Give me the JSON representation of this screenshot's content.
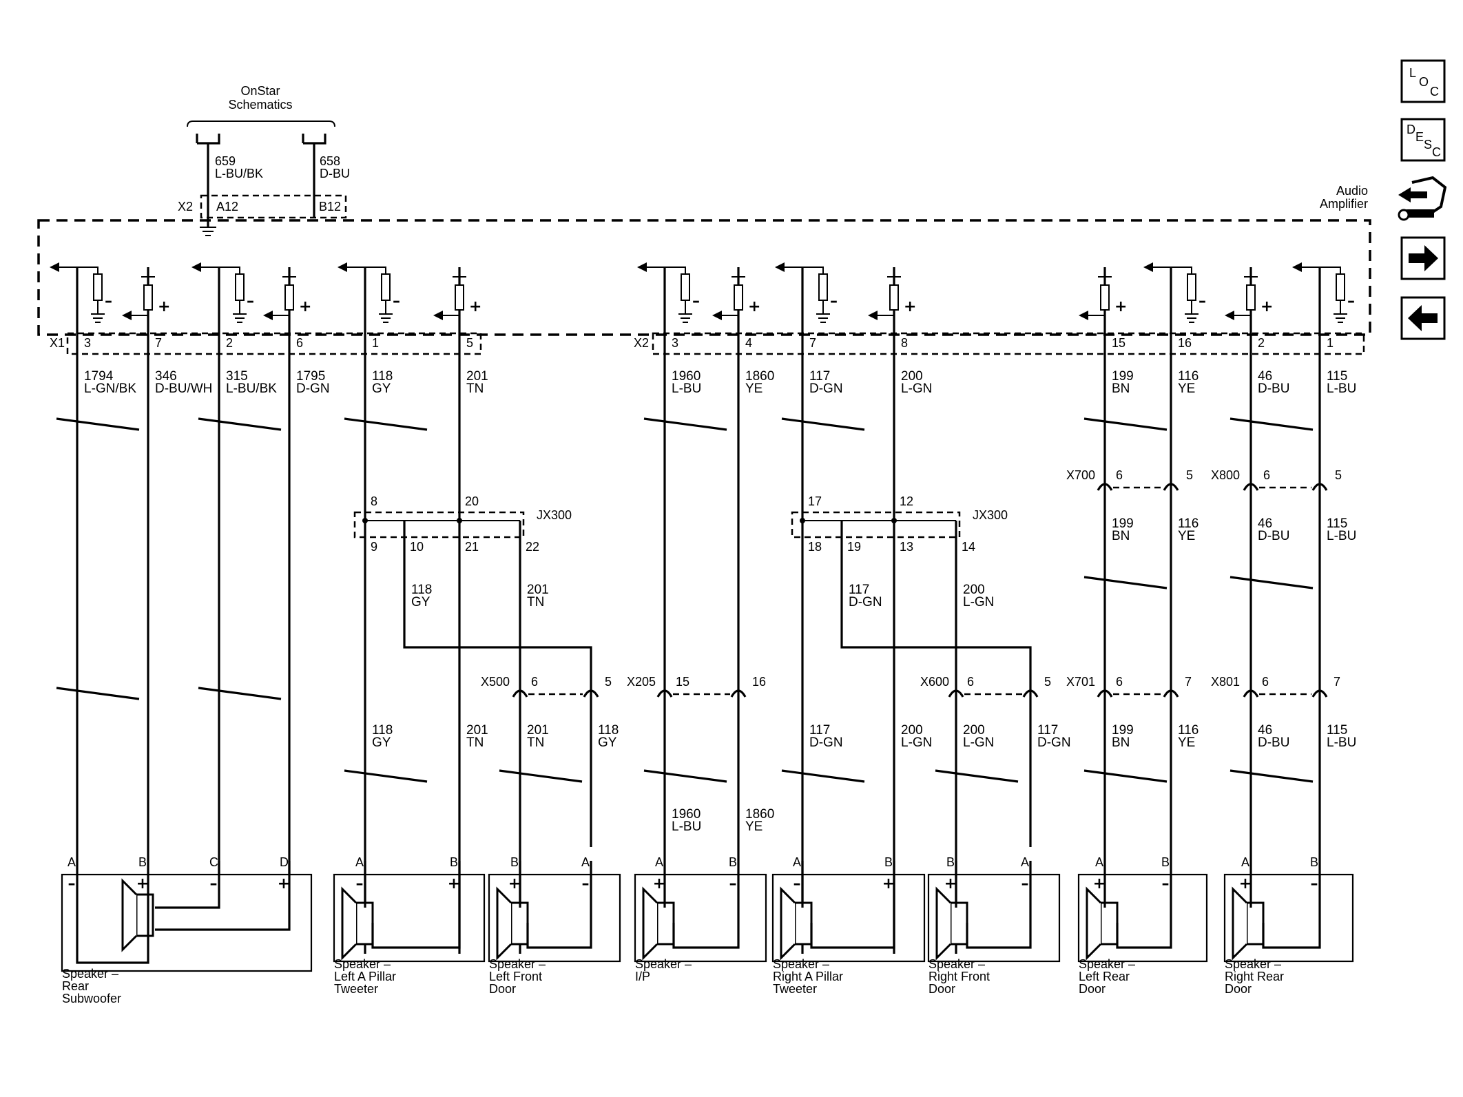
{
  "onstar": {
    "line1": "OnStar",
    "line2": "Schematics"
  },
  "onstar_circuits": [
    {
      "num": "659",
      "color": "L-BU/BK",
      "pin": "A12"
    },
    {
      "num": "658",
      "color": "D-BU",
      "pin": "B12"
    }
  ],
  "onstar_connector": "X2",
  "amplifier": {
    "line1": "Audio",
    "line2": "Amplifier"
  },
  "connectors": {
    "x1": "X1",
    "x2": "X2"
  },
  "amp_pins": [
    {
      "pin": "3",
      "num": "1794",
      "color": "L-GN/BK",
      "pol": "-"
    },
    {
      "pin": "7",
      "num": "346",
      "color": "D-BU/WH",
      "pol": "+"
    },
    {
      "pin": "2",
      "num": "315",
      "color": "L-BU/BK",
      "pol": "-"
    },
    {
      "pin": "6",
      "num": "1795",
      "color": "D-GN",
      "pol": "+"
    },
    {
      "pin": "1",
      "num": "118",
      "color": "GY",
      "pol": "-"
    },
    {
      "pin": "5",
      "num": "201",
      "color": "TN",
      "pol": "+"
    },
    {
      "pin": "3",
      "num": "1960",
      "color": "L-BU",
      "pol": "-"
    },
    {
      "pin": "4",
      "num": "1860",
      "color": "YE",
      "pol": "+"
    },
    {
      "pin": "7",
      "num": "117",
      "color": "D-GN",
      "pol": "-"
    },
    {
      "pin": "8",
      "num": "200",
      "color": "L-GN",
      "pol": "+"
    },
    {
      "pin": "15",
      "num": "199",
      "color": "BN",
      "pol": "+"
    },
    {
      "pin": "16",
      "num": "116",
      "color": "YE",
      "pol": "-"
    },
    {
      "pin": "2",
      "num": "46",
      "color": "D-BU",
      "pol": "+"
    },
    {
      "pin": "1",
      "num": "115",
      "color": "L-BU",
      "pol": "-"
    }
  ],
  "splices": [
    {
      "name": "JX300",
      "top": [
        "8",
        "20"
      ],
      "bottom": [
        "9",
        "10",
        "21",
        "22"
      ]
    },
    {
      "name": "JX300",
      "top": [
        "17",
        "12"
      ],
      "bottom": [
        "18",
        "19",
        "13",
        "14"
      ]
    }
  ],
  "splice_branches": [
    {
      "num": "118",
      "color": "GY"
    },
    {
      "num": "201",
      "color": "TN"
    },
    {
      "num": "117",
      "color": "D-GN"
    },
    {
      "num": "200",
      "color": "L-GN"
    }
  ],
  "inline_upper": [
    {
      "name": "X700",
      "pins": [
        "6",
        "5"
      ]
    },
    {
      "name": "X800",
      "pins": [
        "6",
        "5"
      ]
    }
  ],
  "inline_upper_wires": [
    {
      "num": "199",
      "color": "BN"
    },
    {
      "num": "116",
      "color": "YE"
    },
    {
      "num": "46",
      "color": "D-BU"
    },
    {
      "num": "115",
      "color": "L-BU"
    }
  ],
  "inline_lower": [
    {
      "name": "X500",
      "pins": [
        "6",
        "5"
      ]
    },
    {
      "name": "X205",
      "pins": [
        "15",
        "16"
      ]
    },
    {
      "name": "X600",
      "pins": [
        "6",
        "5"
      ]
    },
    {
      "name": "X701",
      "pins": [
        "6",
        "7"
      ]
    },
    {
      "name": "X801",
      "pins": [
        "6",
        "7"
      ]
    }
  ],
  "lower_wires": [
    {
      "num": "118",
      "color": "GY"
    },
    {
      "num": "201",
      "color": "TN"
    },
    {
      "num": "201",
      "color": "TN"
    },
    {
      "num": "118",
      "color": "GY"
    },
    {
      "num": "1960",
      "color": "L-BU"
    },
    {
      "num": "1860",
      "color": "YE"
    },
    {
      "num": "117",
      "color": "D-GN"
    },
    {
      "num": "200",
      "color": "L-GN"
    },
    {
      "num": "200",
      "color": "L-GN"
    },
    {
      "num": "117",
      "color": "D-GN"
    },
    {
      "num": "199",
      "color": "BN"
    },
    {
      "num": "116",
      "color": "YE"
    },
    {
      "num": "46",
      "color": "D-BU"
    },
    {
      "num": "115",
      "color": "L-BU"
    }
  ],
  "speakers": [
    {
      "lines": [
        "Speaker –",
        "Rear",
        "Subwoofer"
      ],
      "pins": [
        "A",
        "B",
        "C",
        "D"
      ],
      "pols": [
        "–",
        "+",
        "–",
        "+"
      ]
    },
    {
      "lines": [
        "Speaker –",
        "Left A Pillar",
        "Tweeter"
      ],
      "pins": [
        "A",
        "B"
      ],
      "pols": [
        "–",
        "+"
      ]
    },
    {
      "lines": [
        "Speaker –",
        "Left Front",
        "Door"
      ],
      "pins": [
        "B",
        "A"
      ],
      "pols": [
        "+",
        "–"
      ]
    },
    {
      "lines": [
        "Speaker –",
        "I/P"
      ],
      "pins": [
        "A",
        "B"
      ],
      "pols": [
        "+",
        "–"
      ]
    },
    {
      "lines": [
        "Speaker –",
        "Right A Pillar",
        "Tweeter"
      ],
      "pins": [
        "A",
        "B"
      ],
      "pols": [
        "–",
        "+"
      ]
    },
    {
      "lines": [
        "Speaker –",
        "Right Front",
        "Door"
      ],
      "pins": [
        "B",
        "A"
      ],
      "pols": [
        "+",
        "–"
      ]
    },
    {
      "lines": [
        "Speaker –",
        "Left Rear",
        "Door"
      ],
      "pins": [
        "A",
        "B"
      ],
      "pols": [
        "+",
        "–"
      ]
    },
    {
      "lines": [
        "Speaker –",
        "Right Rear",
        "Door"
      ],
      "pins": [
        "A",
        "B"
      ],
      "pols": [
        "+",
        "–"
      ]
    }
  ],
  "nav": {
    "loc": [
      "L",
      "O",
      "C"
    ],
    "desc": [
      "D",
      "E",
      "S",
      "C"
    ],
    "buttons": [
      "loc-icon",
      "desc-icon",
      "component-icon",
      "next-arrow-icon",
      "previous-arrow-icon"
    ]
  }
}
